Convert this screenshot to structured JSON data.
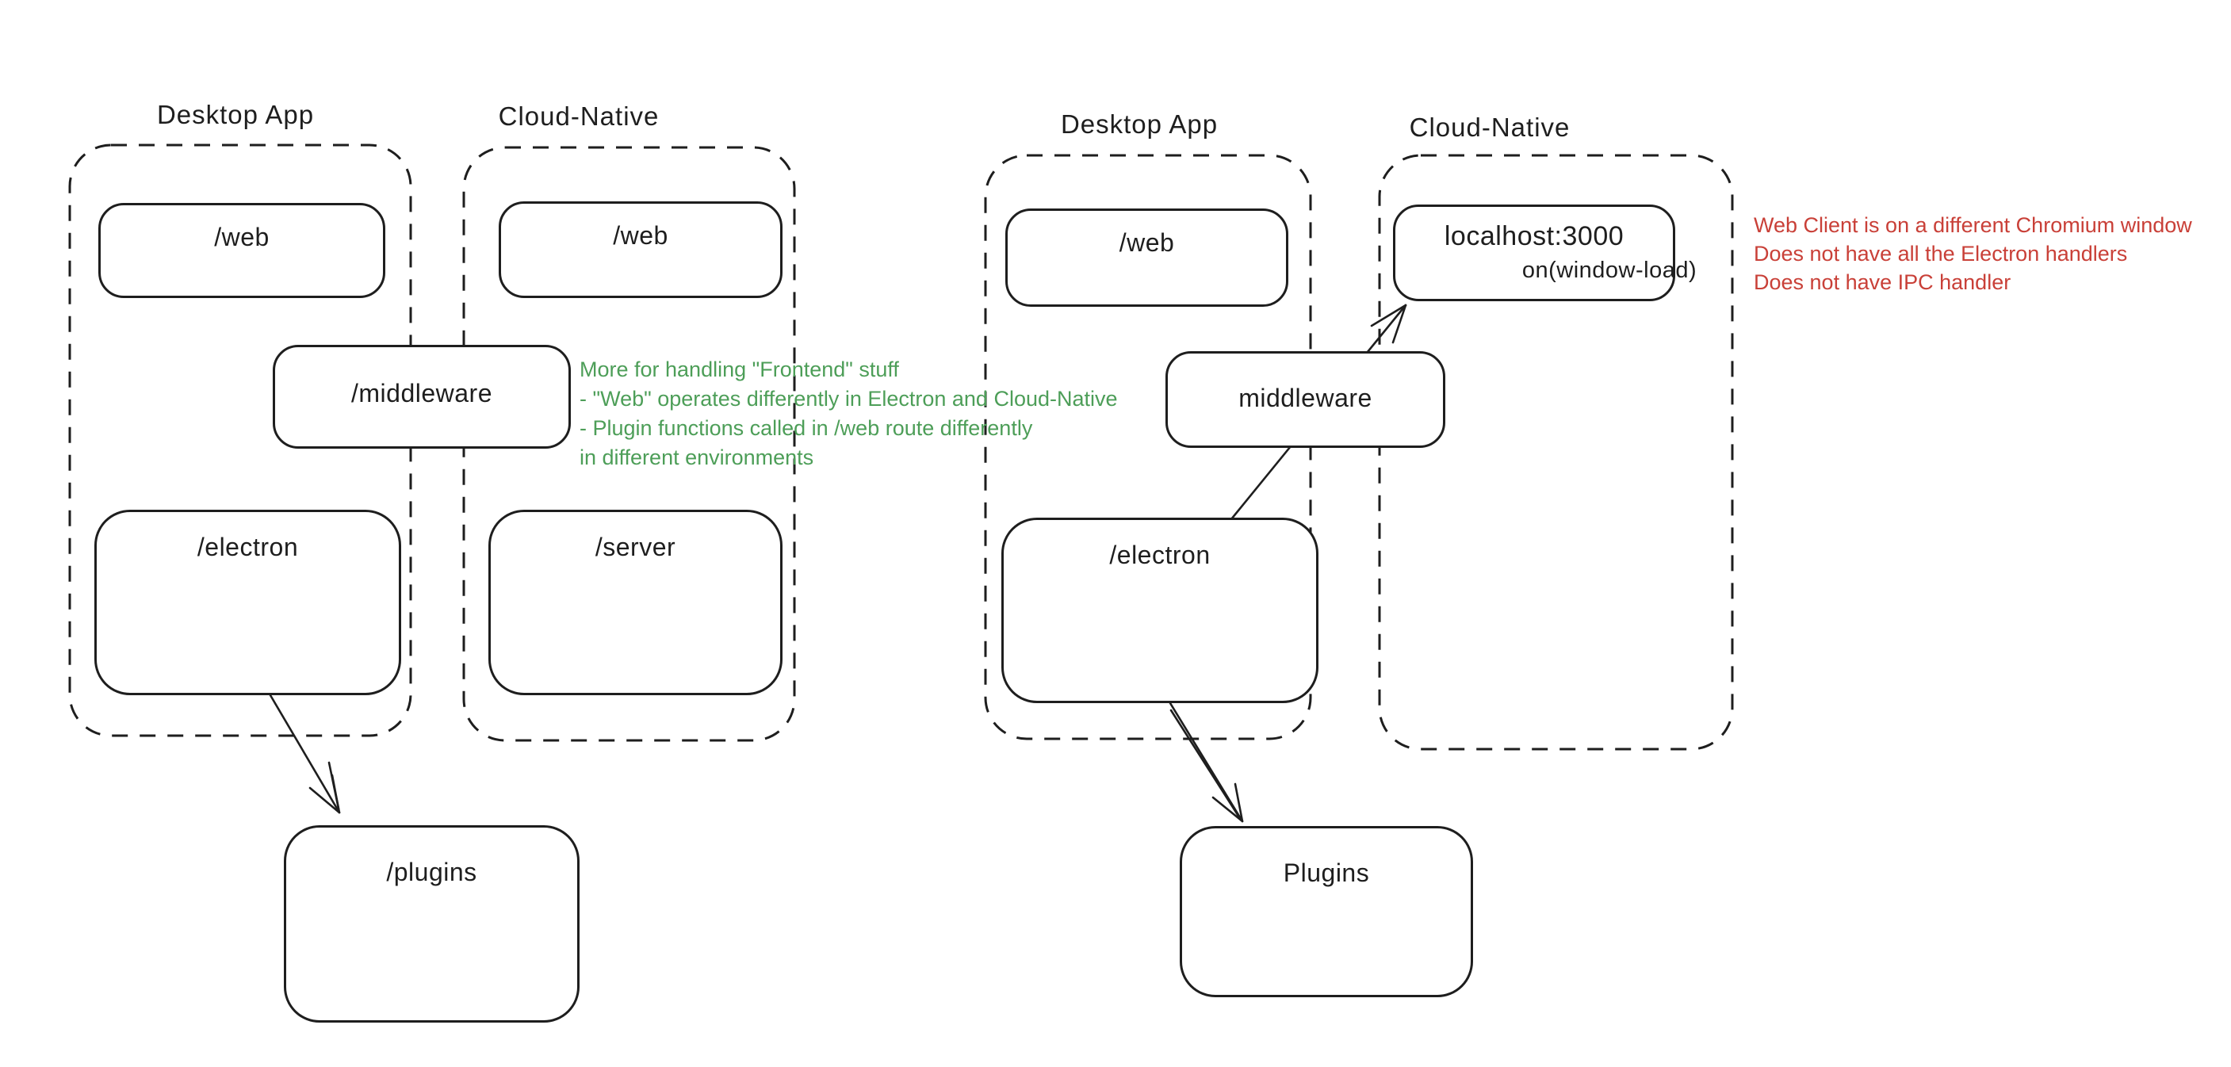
{
  "colors": {
    "ink": "#1e1e1e",
    "green": "#4d9e58",
    "red": "#c94038",
    "background": "#ffffff"
  },
  "left": {
    "desktop_app": {
      "title": "Desktop App",
      "web": "/web",
      "electron": "/electron"
    },
    "cloud_native": {
      "title": "Cloud-Native",
      "web": "/web",
      "server": "/server"
    },
    "middleware": "/middleware",
    "plugins": "/plugins",
    "green_note": {
      "lines": [
        "More for handling \"Frontend\" stuff",
        "- \"Web\" operates differently in Electron and Cloud-Native",
        "- Plugin functions called in /web route differently",
        "in different environments"
      ]
    }
  },
  "right": {
    "desktop_app": {
      "title": "Desktop App",
      "web": "/web",
      "electron": "/electron"
    },
    "cloud_native": {
      "title": "Cloud-Native",
      "localhost": "localhost:3000",
      "on_window_load": "on(window-load)"
    },
    "middleware": "middleware",
    "plugins": "Plugins",
    "red_note": {
      "lines": [
        "Web Client is on a different Chromium window",
        "Does not have all the Electron handlers",
        "Does not have IPC handler"
      ]
    }
  }
}
